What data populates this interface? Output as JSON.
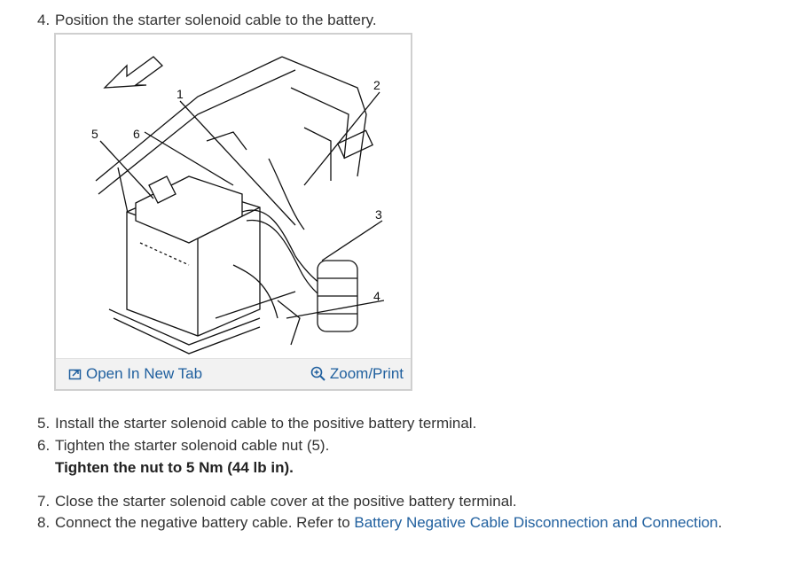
{
  "steps_top": [
    {
      "num": "4.",
      "text": "Position the starter solenoid cable to the battery."
    }
  ],
  "figure": {
    "callouts": [
      "1",
      "2",
      "3",
      "4",
      "5",
      "6"
    ],
    "open_tab_label": "Open In New Tab",
    "zoom_label": "Zoom/Print",
    "open_tab_icon": "open-new-tab-icon",
    "zoom_icon": "zoom-in-icon"
  },
  "steps_bottom": [
    {
      "num": "5.",
      "text": "Install the starter solenoid cable to the positive battery terminal."
    },
    {
      "num": "6.",
      "text": "Tighten the starter solenoid cable nut (5)."
    },
    {
      "num": "7.",
      "text": "Close the starter solenoid cable cover at the positive battery terminal."
    },
    {
      "num": "8.",
      "text": "Connect the negative battery cable. Refer to ",
      "link": "Battery Negative Cable Disconnection and Connection",
      "after": "."
    }
  ],
  "torque_note": "Tighten the nut to 5 Nm (44 lb in).",
  "colors": {
    "link": "#1f5f9e",
    "text": "#333333"
  }
}
